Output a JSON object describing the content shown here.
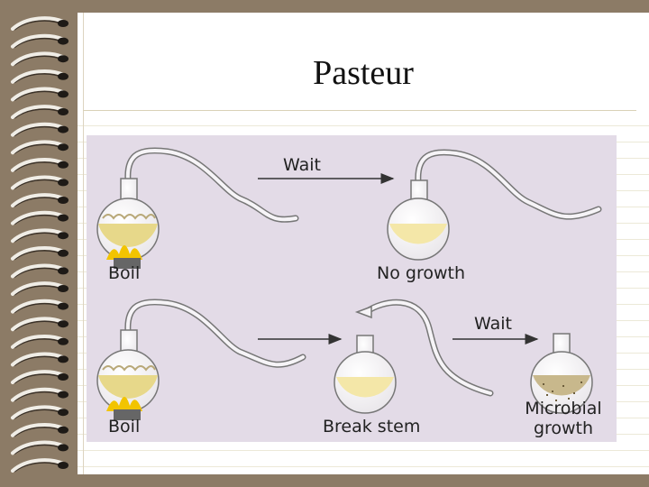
{
  "slide": {
    "title": "Pasteur"
  },
  "diagram": {
    "row1": {
      "arrow_label": "Wait",
      "left_label": "Boil",
      "right_label": "No growth"
    },
    "row2": {
      "left_label": "Boil",
      "middle_label": "Break stem",
      "arrow_label": "Wait",
      "right_label_line1": "Microbial",
      "right_label_line2": "growth"
    }
  },
  "colors": {
    "page_border": "#8c7b66",
    "figure_background": "#e3dbe7",
    "clear_broth": "#f4e7a8",
    "contaminated_broth": "#c8b88c",
    "flame": "#f2c400"
  }
}
